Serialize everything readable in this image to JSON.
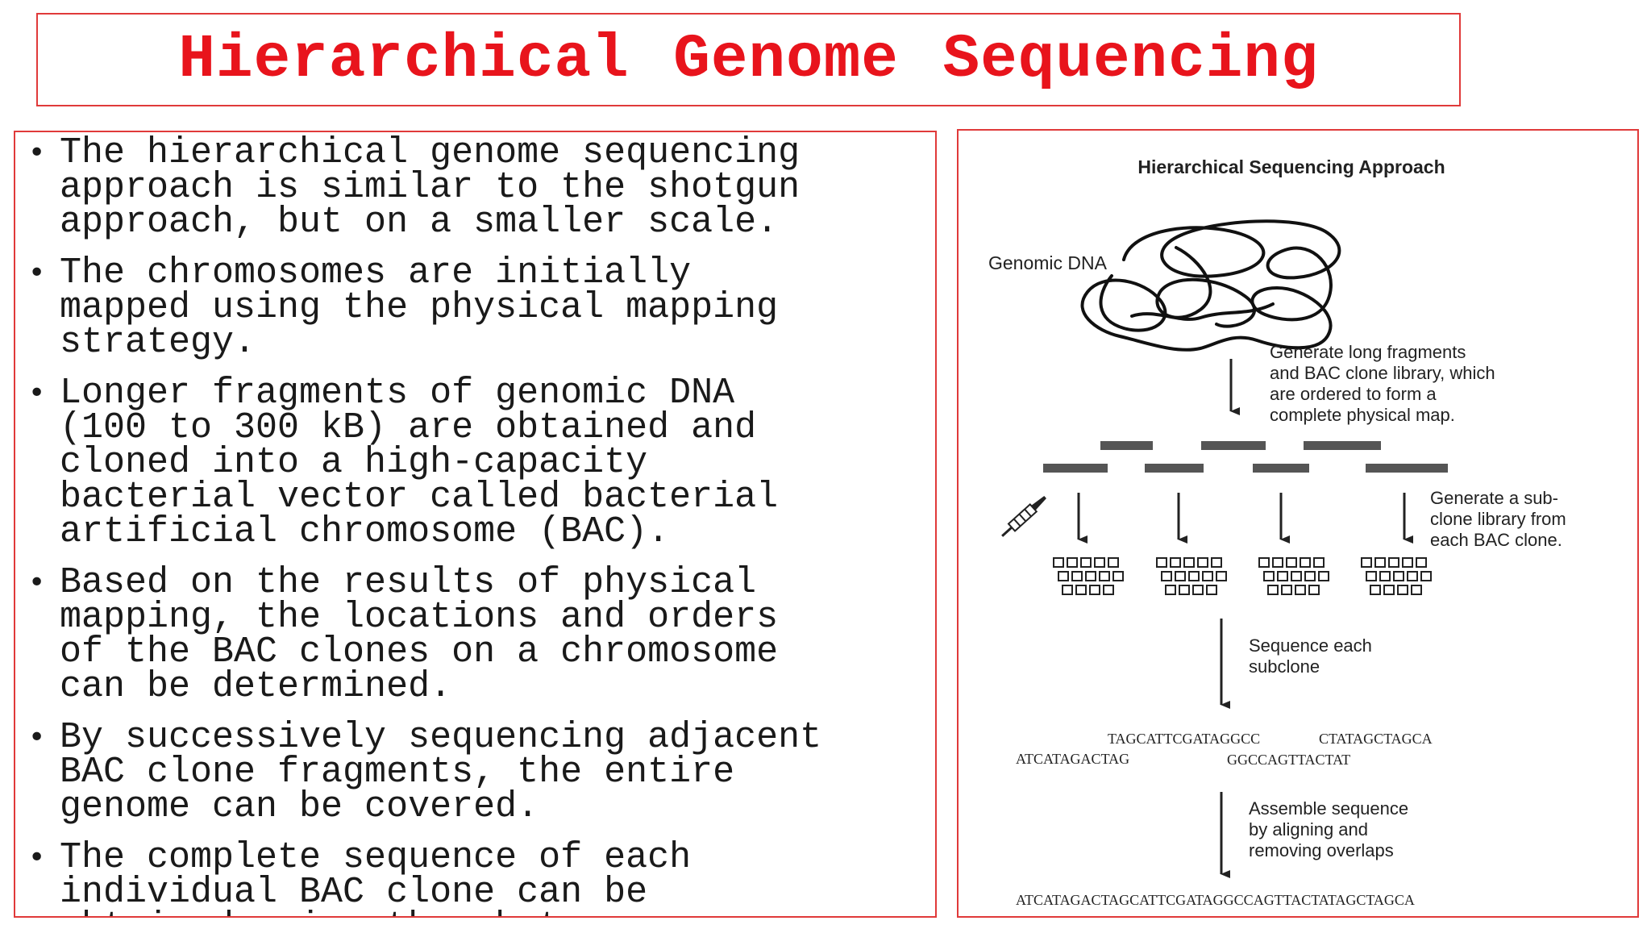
{
  "title": "Hierarchical Genome Sequencing",
  "bullets": [
    "The hierarchical genome sequencing\napproach is similar to the shotgun\napproach, but on a smaller scale.",
    "The chromosomes are initially\nmapped using the physical mapping\nstrategy.",
    "Longer fragments of genomic DNA\n(100 to 300 kB) are obtained and\ncloned into a high-capacity\nbacterial vector called bacterial\nartificial chromosome (BAC).",
    "Based on the results of physical\nmapping, the locations and orders\nof the BAC clones on a chromosome\ncan be determined.",
    "By successively sequencing adjacent\nBAC clone fragments, the entire\ngenome can be covered.",
    "The complete sequence of each\nindividual BAC clone can be\nobtained using the shotgun"
  ],
  "diagram": {
    "title": "Hierarchical Sequencing Approach",
    "genomic_dna_label": "Genomic DNA",
    "step1": [
      "Generate long fragments",
      "and BAC clone library, which",
      "are ordered to form a",
      "complete physical map."
    ],
    "step2": [
      "Generate a sub-",
      "clone library from",
      "each BAC clone."
    ],
    "step3": [
      "Sequence each",
      "subclone"
    ],
    "step4": [
      "Assemble sequence",
      "by aligning and",
      "removing overlaps"
    ],
    "reads": [
      "TAGCATTCGATAGGCC",
      "CTATAGCTAGCA",
      "ATCATAGACTAG",
      "GGCCAGTTACTAT"
    ],
    "assembled": "ATCATAGACTAGCATTCGATAGGCCAGTTACTATAGCTAGCA"
  }
}
